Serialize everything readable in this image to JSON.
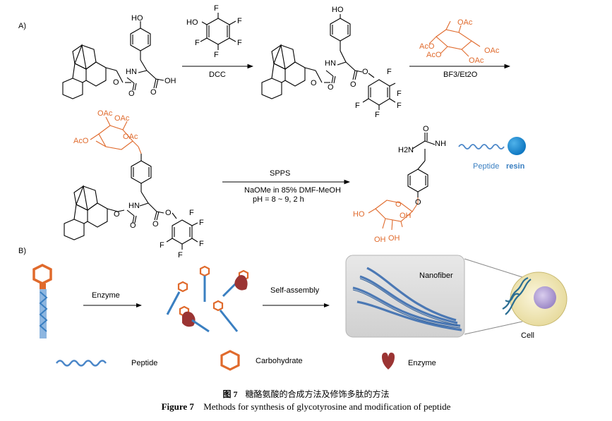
{
  "panel_a": {
    "label": "A)",
    "reagents": {
      "dcc": "DCC",
      "bf3": "BF3/Et2O",
      "spps": "SPPS",
      "naome": "NaOMe in 85% DMF-MeOH",
      "ph": "pH = 8 ~ 9, 2 h"
    },
    "atoms": {
      "ho": "HO",
      "hn": "HN",
      "oh": "OH",
      "o": "O",
      "f": "F",
      "oac": "OAc",
      "aco": "AcO",
      "nh": "NH",
      "h2n": "H2N"
    },
    "product_labels": {
      "peptide": "Peptide",
      "resin": "resin"
    }
  },
  "panel_b": {
    "label": "B)",
    "enzyme_arrow": "Enzyme",
    "self_assembly_arrow": "Self-assembly",
    "nanofiber": "Nanofiber",
    "cell": "Cell"
  },
  "legend": {
    "peptide": "Peptide",
    "carbohydrate": "Carbohydrate",
    "enzyme": "Enzyme"
  },
  "caption": {
    "cn_num": "图 7",
    "cn_text": "糖酪氨酸的合成方法及修饰多肽的方法",
    "en_num": "Figure 7",
    "en_text": "Methods for synthesis of glycotyrosine and modification of peptide"
  },
  "colors": {
    "carbohydrate": "#e06a2c",
    "peptide": "#3a7fc1",
    "enzyme": "#9b3433",
    "cell": "#f3ecc6",
    "nucleus": "#b7a6d6"
  }
}
